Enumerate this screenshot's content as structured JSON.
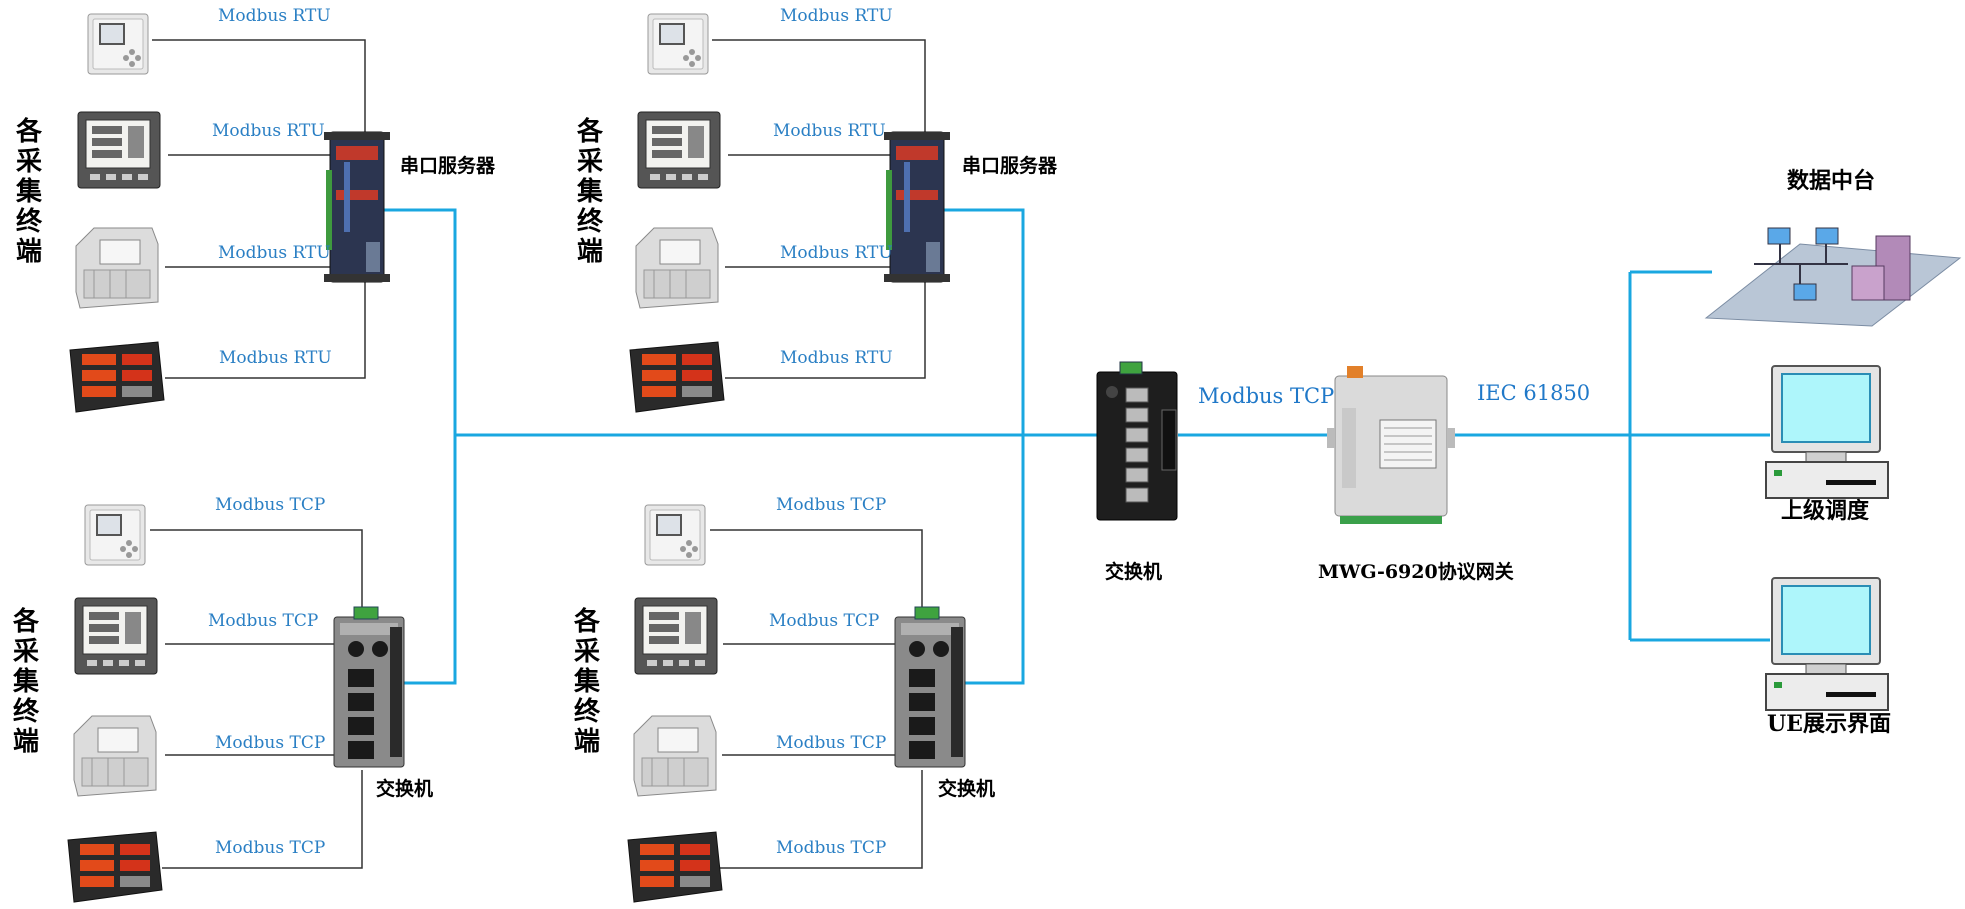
{
  "labels": {
    "modbus_rtu": "Modbus RTU",
    "modbus_tcp": "Modbus TCP",
    "iec": "IEC 61850",
    "serial_server": "串口服务器",
    "switch": "交换机",
    "gateway": "MWG-6920协议网关",
    "data_center": "数据中台",
    "upper_dispatch": "上级调度",
    "ue_display": "UE展示界面",
    "terminals": [
      "各",
      "采",
      "集",
      "终",
      "端"
    ]
  },
  "colors": {
    "link_blue": "#1aa7e0",
    "link_black": "#222222",
    "label_blue": "#2a7fc4"
  }
}
